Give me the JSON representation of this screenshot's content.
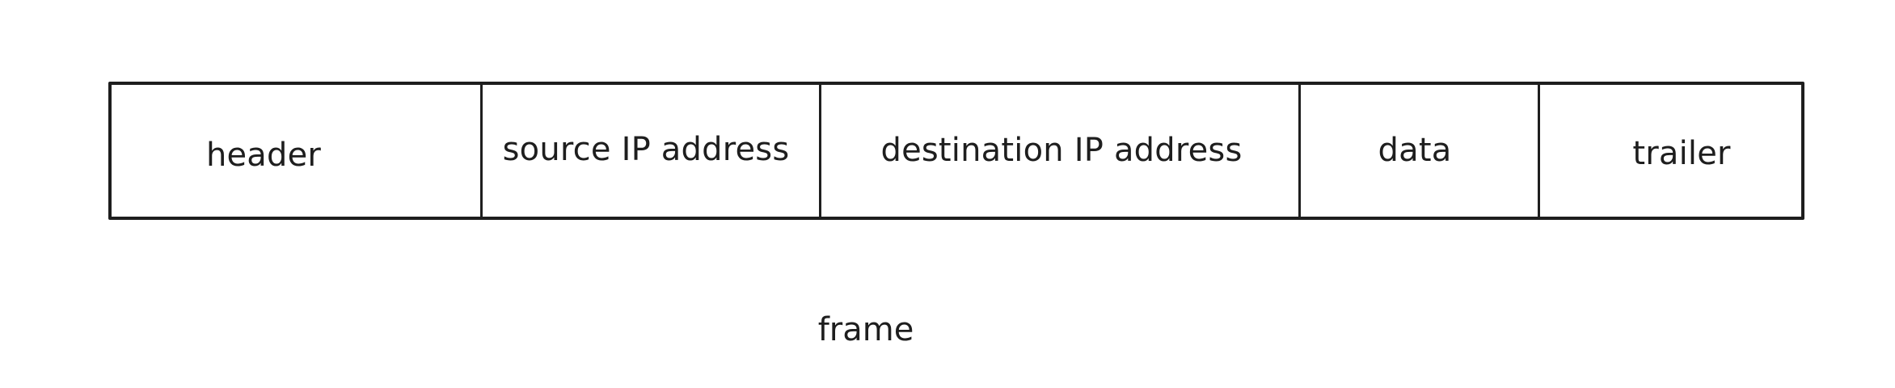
{
  "diagram": {
    "title": "frame",
    "fields": [
      {
        "label": "header"
      },
      {
        "label": "source IP address"
      },
      {
        "label": "destination IP address"
      },
      {
        "label": "data"
      },
      {
        "label": "trailer"
      }
    ],
    "stroke_color": "#1e1e1e",
    "background": "#ffffff"
  }
}
